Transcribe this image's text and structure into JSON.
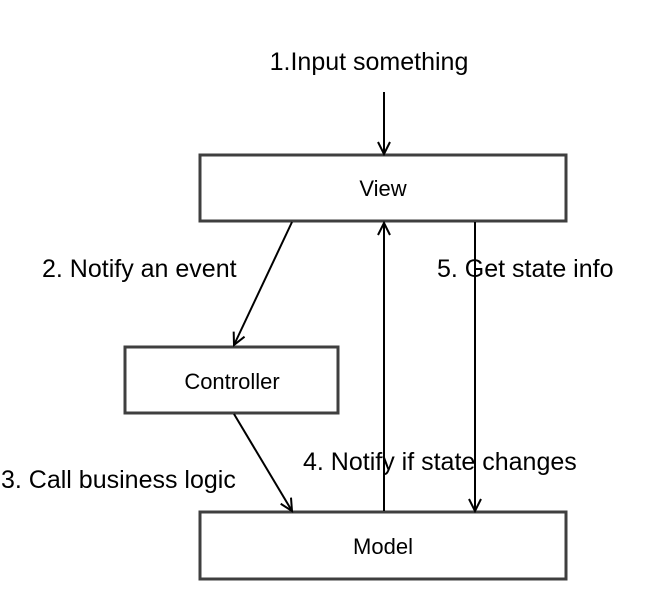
{
  "diagram": {
    "nodes": {
      "view": {
        "label": "View"
      },
      "controller": {
        "label": "Controller"
      },
      "model": {
        "label": "Model"
      }
    },
    "edges": {
      "input": {
        "label": "1.Input something"
      },
      "notify_event": {
        "label": "2. Notify an event"
      },
      "call_logic": {
        "label": "3. Call business logic"
      },
      "notify_state": {
        "label": "4. Notify if state changes"
      },
      "get_state": {
        "label": "5. Get state info"
      }
    },
    "colors": {
      "stroke": "#3f3f3f",
      "arrow": "#000000",
      "text": "#000000",
      "background": "#ffffff"
    }
  }
}
